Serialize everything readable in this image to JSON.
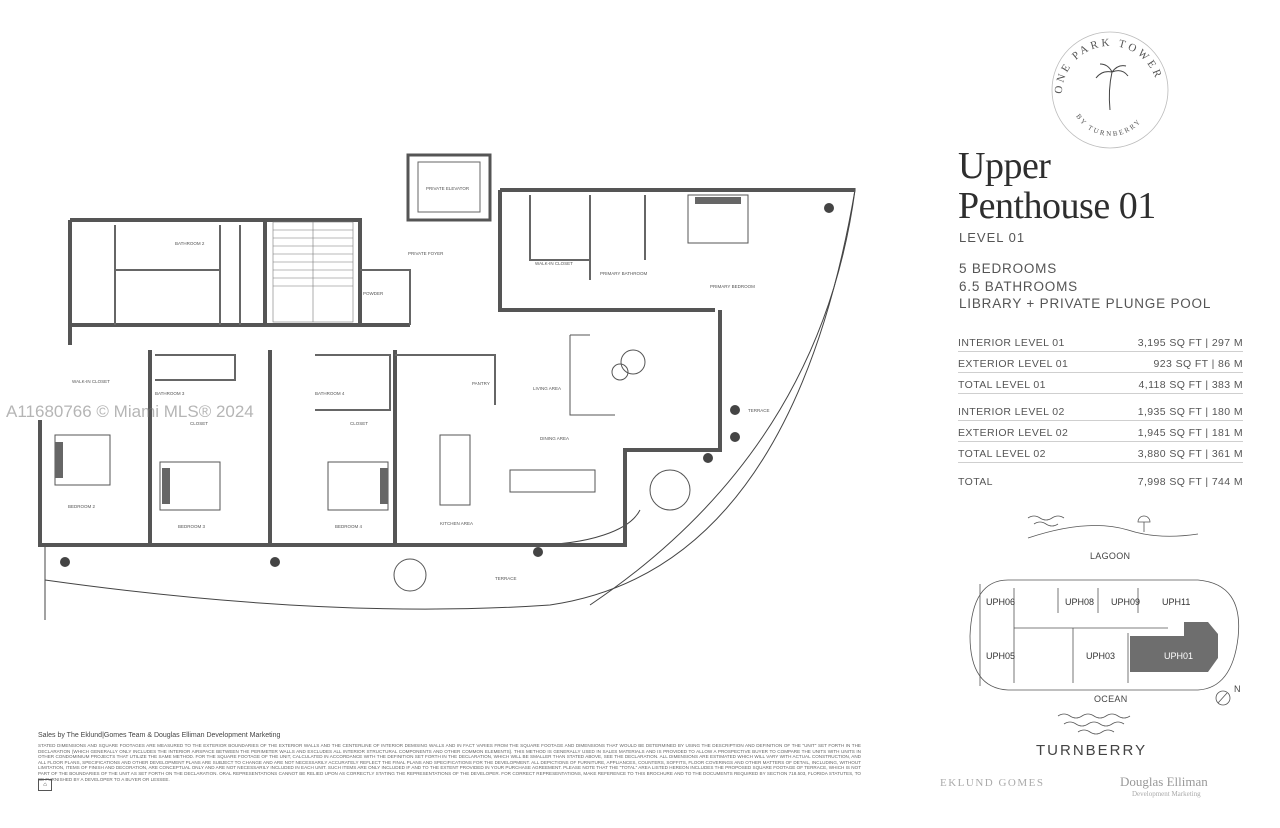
{
  "logo": {
    "arc_top": "ONE PARK TOWER",
    "arc_bottom": "BY TURNBERRY"
  },
  "title": {
    "line1": "Upper",
    "line2": "Penthouse 01",
    "level": "LEVEL 01"
  },
  "features": [
    "5 BEDROOMS",
    "6.5 BATHROOMS",
    "LIBRARY + PRIVATE PLUNGE POOL"
  ],
  "areas": [
    {
      "label": "INTERIOR LEVEL 01",
      "value": "3,195 SQ FT  |  297 M"
    },
    {
      "label": "EXTERIOR LEVEL 01",
      "value": "923 SQ FT  |  86 M"
    },
    {
      "label": "TOTAL LEVEL 01",
      "value": "4,118 SQ FT  |  383 M"
    },
    {
      "label": "INTERIOR LEVEL 02",
      "value": "1,935 SQ FT  |  180 M"
    },
    {
      "label": "EXTERIOR LEVEL 02",
      "value": "1,945 SQ FT  |  181 M"
    },
    {
      "label": "TOTAL LEVEL 02",
      "value": "3,880 SQ FT  |  361 M"
    },
    {
      "label": "TOTAL",
      "value": "7,998 SQ FT  |  744 M"
    }
  ],
  "keyplan": {
    "top_label": "LAGOON",
    "bottom_label": "OCEAN",
    "north": "N",
    "units": [
      "UPH06",
      "UPH08",
      "UPH09",
      "UPH11",
      "UPH05",
      "UPH03",
      "UPH01"
    ],
    "highlight": "UPH01",
    "highlight_color": "#6e6e6e"
  },
  "brand": "TURNBERRY",
  "partners": {
    "left": "EKLUND GOMES",
    "right": "Douglas Elliman",
    "right_sub": "Development Marketing"
  },
  "footer": {
    "sales": "Sales by The Eklund|Gomes Team & Douglas Elliman Development Marketing",
    "disclaimer": "STATED DIMENSIONS AND SQUARE FOOTAGES ARE MEASURED TO THE EXTERIOR BOUNDARIES OF THE EXTERIOR WALLS AND THE CENTERLINE OF INTERIOR DEMISING WALLS AND IN FACT VARIES FROM THE SQUARE FOOTAGE AND DIMENSIONS THAT WOULD BE DETERMINED BY USING THE DESCRIPTION AND DEFINITION OF THE \"UNIT\" SET FORTH IN THE DECLARATION (WHICH GENERALLY ONLY INCLUDES THE INTERIOR AIRSPACE BETWEEN THE PERIMETER WALLS AND EXCLUDES ALL INTERIOR STRUCTURAL COMPONENTS AND OTHER COMMON ELEMENTS). THIS METHOD IS GENERALLY USED IN SALES MATERIALS AND IS PROVIDED TO ALLOW A PROSPECTIVE BUYER TO COMPARE THE UNITS WITH UNITS IN OTHER CONDOMINIUM PROJECTS THAT UTILIZE THE SAME METHOD. FOR THE SQUARE FOOTAGE OF THE UNIT, CALCULATED IN ACCORDANCE WITH THE DEFINITION SET FORTH IN THE DECLARATION, WHICH WILL BE SMALLER THAN STATED ABOVE, SEE THE DECLARATION. ALL DIMENSIONS ARE ESTIMATED WHICH WILL VARY WITH ACTUAL CONSTRUCTION, AND ALL FLOOR PLANS, SPECIFICATIONS AND OTHER DEVELOPMENT PLANS ARE SUBJECT TO CHANGE AND ARE NOT NECESSARILY ACCURATELY REFLECT THE FINAL PLANS AND SPECIFICATIONS FOR THE DEVELOPMENT. ALL DEPICTIONS OF FURNITURE, APPLIANCES, COUNTERS, SOFFITS, FLOOR COVERINGS AND OTHER MATTERS OF DETAIL, INCLUDING, WITHOUT LIMITATION, ITEMS OF FINISH AND DECORATION, ARE CONCEPTUAL ONLY AND ARE NOT NECESSARILY INCLUDED IN EACH UNIT. SUCH ITEMS ARE ONLY INCLUDED IF AND TO THE EXTENT PROVIDED IN YOUR PURCHASE AGREEMENT. PLEASE NOTE THAT THE \"TOTAL\" AREA LISTED HEREON INCLUDES THE PROPOSED SQUARE FOOTAGE OF TERRACE, WHICH IS NOT PART OF THE BOUNDARIES OF THE UNIT AS SET FORTH ON THE DECLARATION. ORAL REPRESENTATIONS CANNOT BE RELIED UPON AS CORRECTLY STATING THE REPRESENTATIONS OF THE DEVELOPER. FOR CORRECT REPRESENTATIONS, MAKE REFERENCE TO THIS BROCHURE AND TO THE DOCUMENTS REQUIRED BY SECTION 718.503, FLORIDA STATUTES, TO BE FURNISHED BY A DEVELOPER TO A BUYER OR LESSEE."
  },
  "watermark": "A11680766 © Miami MLS® 2024",
  "plan_labels": {
    "walk_in_closet_1": "WALK-IN CLOSET",
    "bathroom_2": "BATHROOM 2",
    "bedroom_2": "BEDROOM 2",
    "bathroom_3": "BATHROOM 3",
    "closet_1": "CLOSET",
    "bedroom_3": "BEDROOM 3",
    "bathroom_4": "BATHROOM 4",
    "closet_2": "CLOSET",
    "bedroom_4": "BEDROOM 4",
    "powder": "POWDER",
    "private_elevator": "PRIVATE ELEVATOR",
    "private_foyer": "PRIVATE FOYER",
    "walk_in_closet_2": "WALK-IN CLOSET",
    "primary_bathroom": "PRIMARY BATHROOM",
    "primary_bedroom": "PRIMARY BEDROOM",
    "pantry": "PANTRY",
    "living_area": "LIVING AREA",
    "dining_area": "DINING AREA",
    "kitchen_area": "KITCHEN AREA",
    "terrace_1": "TERRACE",
    "terrace_2": "TERRACE"
  }
}
